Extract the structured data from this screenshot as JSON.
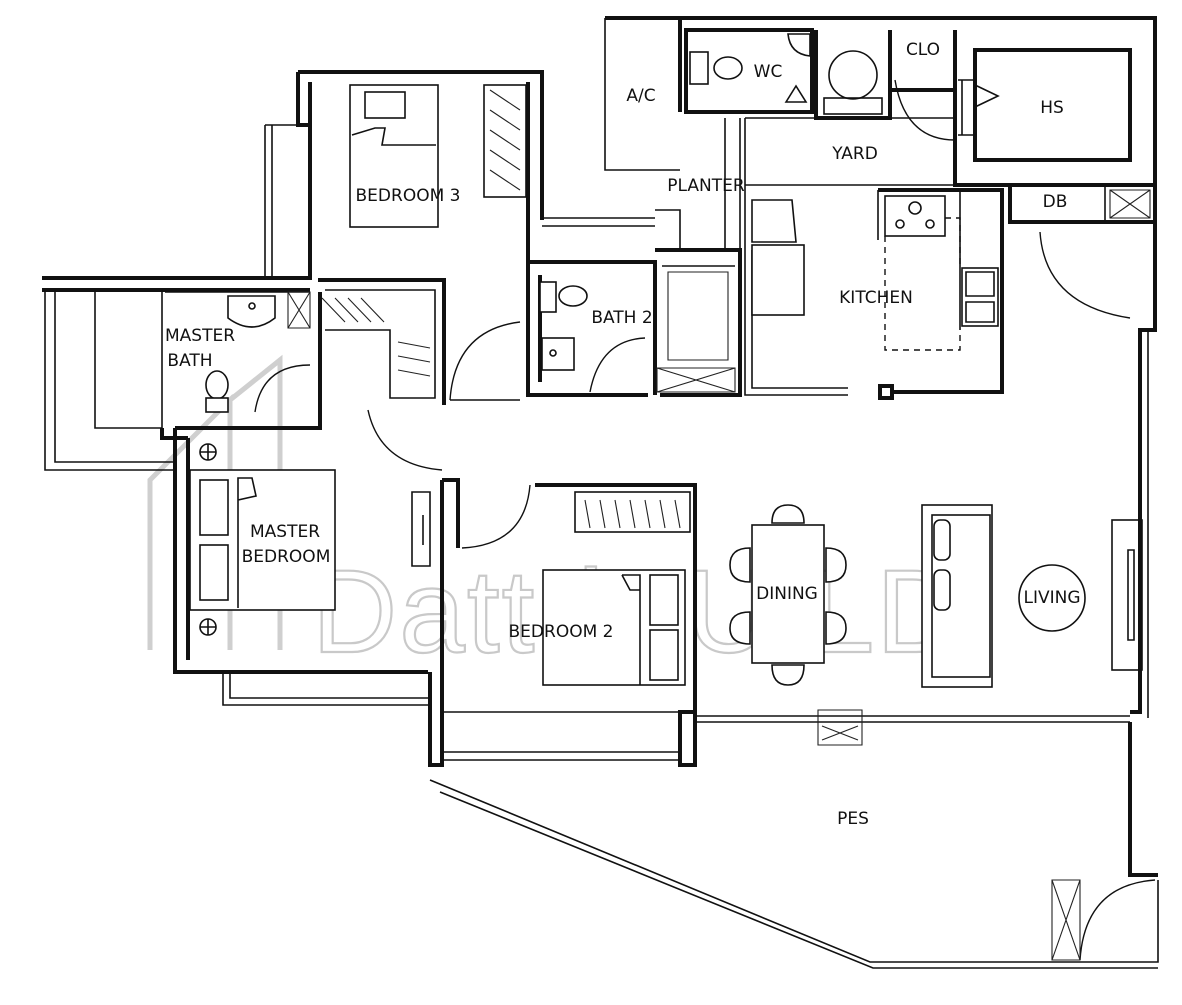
{
  "watermark": {
    "brand": "DattriBUILD",
    "color": "#c9c9c9"
  },
  "rooms": {
    "ac": "A/C",
    "wc": "WC",
    "clo": "CLO",
    "hs": "HS",
    "yard": "YARD",
    "planter": "PLANTER",
    "db": "DB",
    "bedroom3": "BEDROOM 3",
    "master_bath_line1": "MASTER",
    "master_bath_line2": "BATH",
    "bath2": "BATH 2",
    "kitchen": "KITCHEN",
    "master_bedroom_line1": "MASTER",
    "master_bedroom_line2": "BEDROOM",
    "bedroom2": "BEDROOM 2",
    "dining": "DINING",
    "living": "LIVING",
    "pes": "PES"
  },
  "colors": {
    "wall": "#111111",
    "background": "#ffffff"
  }
}
